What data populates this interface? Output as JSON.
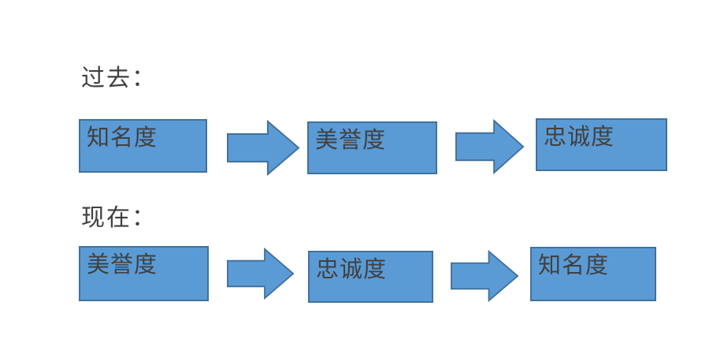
{
  "diagram": {
    "title_hint": "brand metric flow comparison",
    "rows": [
      {
        "label": "过去：",
        "boxes": [
          "知名度",
          "美誉度",
          "忠诚度"
        ]
      },
      {
        "label": "现在：",
        "boxes": [
          "美誉度",
          "忠诚度",
          "知名度"
        ]
      }
    ]
  },
  "colors": {
    "box_fill": "#5B9BD5",
    "box_border": "#41719C",
    "arrow_fill": "#5B9BD5",
    "arrow_border": "#41719C",
    "text": "#404040",
    "background": "#FFFFFF"
  },
  "icons": {
    "arrow": "right-arrow-icon"
  }
}
